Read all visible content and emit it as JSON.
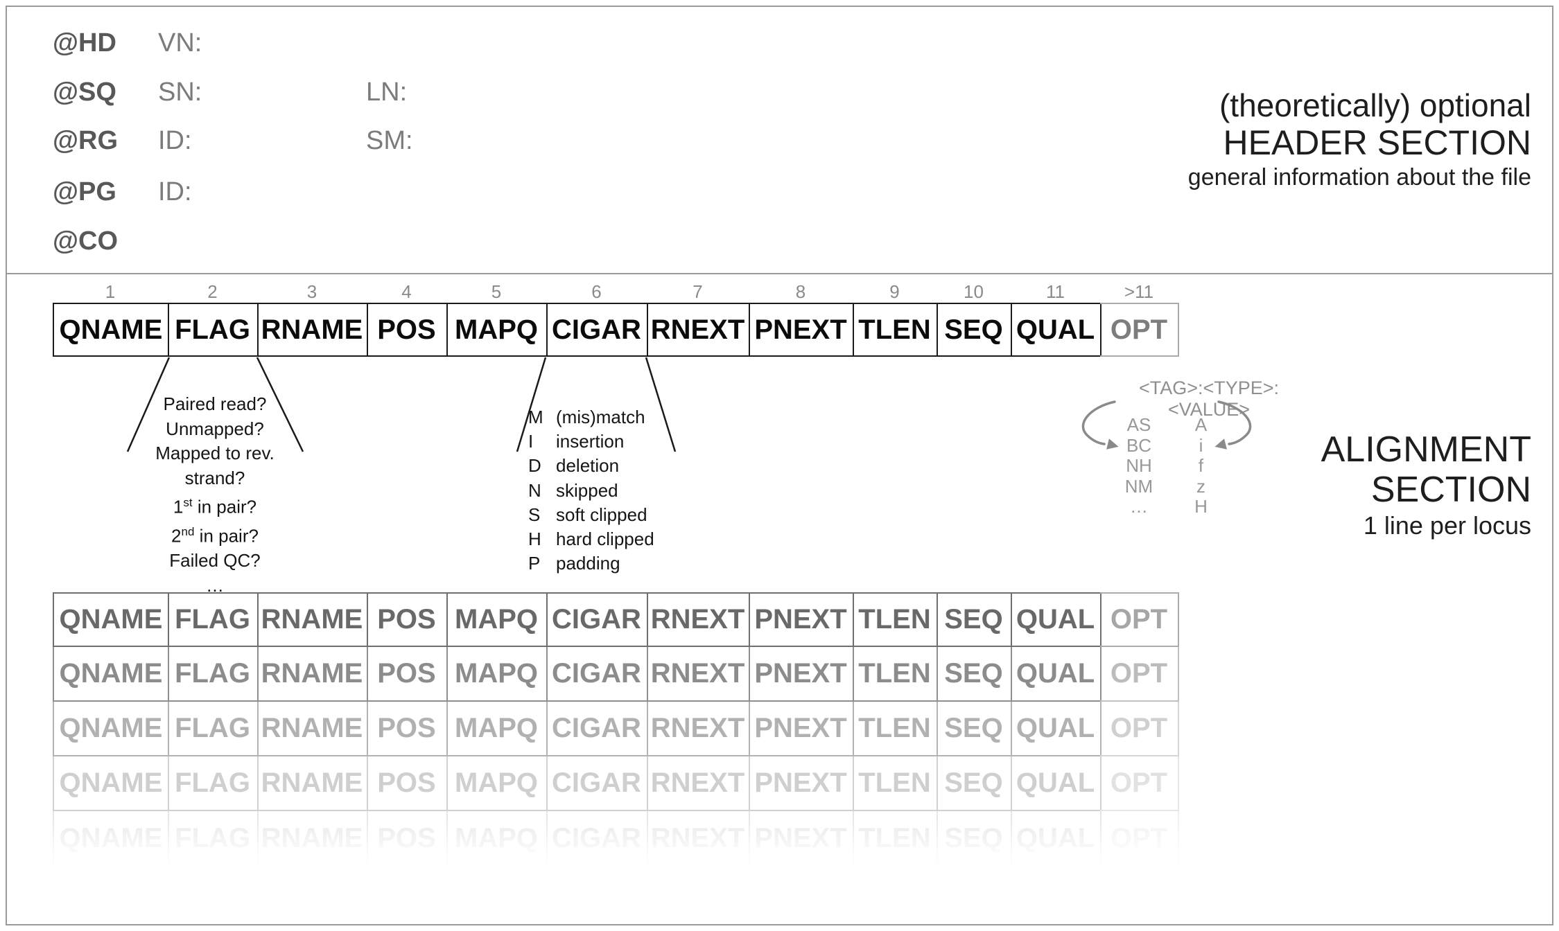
{
  "header_section": {
    "rows": [
      {
        "tag": "@HD",
        "fields": [
          {
            "label": "VN:",
            "slot": 0
          }
        ]
      },
      {
        "tag": "@SQ",
        "fields": [
          {
            "label": "SN:",
            "slot": 0
          },
          {
            "label": "LN:",
            "slot": 1
          }
        ]
      },
      {
        "tag": "@RG",
        "fields": [
          {
            "label": "ID:",
            "slot": 0
          },
          {
            "label": "SM:",
            "slot": 1
          }
        ]
      },
      {
        "tag": "@PG",
        "fields": [
          {
            "label": "ID:",
            "slot": 0
          }
        ]
      },
      {
        "tag": "@CO",
        "fields": []
      }
    ],
    "side_note": {
      "line1": "(theoretically) optional",
      "line2": "HEADER SECTION",
      "line3": "general information about the file"
    }
  },
  "alignment_section": {
    "columns": [
      {
        "num": "1",
        "label": "QNAME",
        "width": 166
      },
      {
        "num": "2",
        "label": "FLAG",
        "width": 129
      },
      {
        "num": "3",
        "label": "RNAME",
        "width": 158
      },
      {
        "num": "4",
        "label": "POS",
        "width": 115
      },
      {
        "num": "5",
        "label": "MAPQ",
        "width": 144
      },
      {
        "num": "6",
        "label": "CIGAR",
        "width": 145
      },
      {
        "num": "7",
        "label": "RNEXT",
        "width": 147
      },
      {
        "num": "8",
        "label": "PNEXT",
        "width": 150
      },
      {
        "num": "9",
        "label": "TLEN",
        "width": 121
      },
      {
        "num": "10",
        "label": "SEQ",
        "width": 107
      },
      {
        "num": "11",
        "label": "QUAL",
        "width": 129
      },
      {
        "num": ">11",
        "label": "OPT",
        "width": 112,
        "optional": true
      }
    ],
    "flag_annotation": [
      {
        "text": "Paired read?"
      },
      {
        "text": "Unmapped?"
      },
      {
        "text": "Mapped to rev."
      },
      {
        "text": "strand?"
      },
      {
        "pre": "1",
        "sup": "st",
        "post": " in pair?"
      },
      {
        "pre": "2",
        "sup": "nd",
        "post": " in pair?"
      },
      {
        "text": "Failed QC?"
      },
      {
        "text": "…"
      }
    ],
    "cigar_annotation": [
      {
        "code": "M",
        "desc": "(mis)match"
      },
      {
        "code": "I",
        "desc": "insertion"
      },
      {
        "code": "D",
        "desc": "deletion"
      },
      {
        "code": "N",
        "desc": "skipped"
      },
      {
        "code": "S",
        "desc": "soft clipped"
      },
      {
        "code": "H",
        "desc": "hard clipped"
      },
      {
        "code": "P",
        "desc": "padding"
      }
    ],
    "opt_annotation": {
      "format": "<TAG>:<TYPE>:<VALUE>",
      "tags": [
        "AS",
        "BC",
        "NH",
        "NM",
        "…"
      ],
      "types": [
        "A",
        "i",
        "f",
        "z",
        "H"
      ]
    },
    "body_rows": [
      {
        "text": "#696969",
        "opt": "#a6a6a6",
        "border": "#6e6e6e",
        "opt_border": "#ababab"
      },
      {
        "text": "#8c8c8c",
        "opt": "#bcbcbc",
        "border": "#8f8f8f",
        "opt_border": "#c0c0c0"
      },
      {
        "text": "#b1b1b1",
        "opt": "#d0d0d0",
        "border": "#b3b3b3",
        "opt_border": "#d5d5d5"
      },
      {
        "text": "#cfcfcf",
        "opt": "#e2e2e2",
        "border": "#d0d0d0",
        "opt_border": "#e6e6e6"
      },
      {
        "text": "#e8e8e8",
        "opt": "#f2f2f2",
        "border": "#e5e5e5",
        "opt_border": "#f0f0f0"
      }
    ],
    "side_note": {
      "line1": "ALIGNMENT",
      "line2": "SECTION",
      "line3": "1 line per locus"
    }
  },
  "colors": {
    "frame": "#9a9a9a",
    "header_tag": "#58585a",
    "header_field": "#7b7b7e",
    "column_number": "#8a8a8a",
    "table_text": "#0b0b0b",
    "table_border": "#1a1a1a",
    "opt_text": "#7d7d7d",
    "opt_border": "#a9a9a9",
    "annotation_text": "#151515",
    "gray_annotation": "#8f8f8f"
  }
}
